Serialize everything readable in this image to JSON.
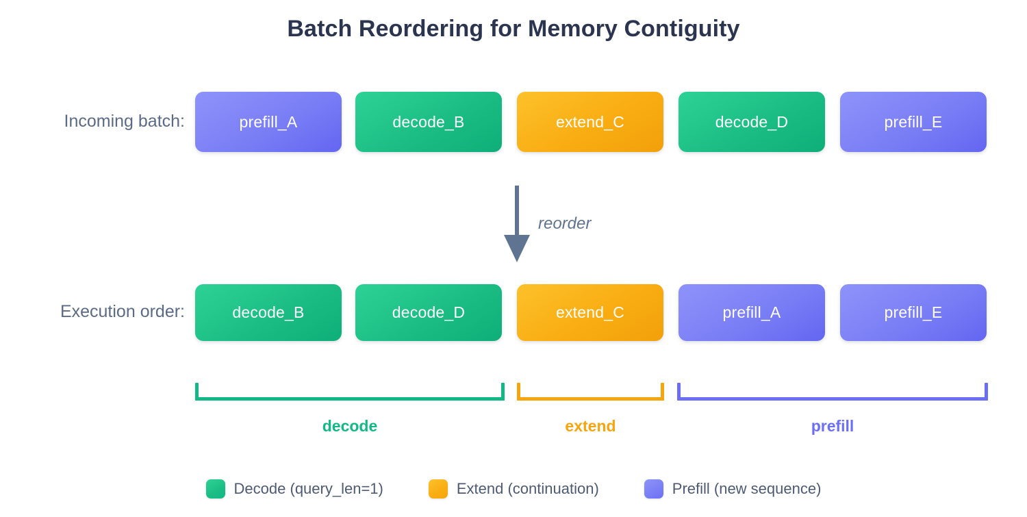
{
  "title": "Batch Reordering for Memory Contiguity",
  "colors": {
    "title": "#2c3550",
    "label": "#5c6b85",
    "arrow": "#5f7491",
    "decode": "#12b886",
    "extend": "#f5a50f",
    "prefill": "#6c6ff5",
    "background": "#ffffff"
  },
  "rows": {
    "incoming": {
      "label": "Incoming batch:",
      "items": [
        {
          "text": "prefill_A",
          "kind": "prefill"
        },
        {
          "text": "decode_B",
          "kind": "decode"
        },
        {
          "text": "extend_C",
          "kind": "extend"
        },
        {
          "text": "decode_D",
          "kind": "decode"
        },
        {
          "text": "prefill_E",
          "kind": "prefill"
        }
      ]
    },
    "execution": {
      "label": "Execution order:",
      "items": [
        {
          "text": "decode_B",
          "kind": "decode"
        },
        {
          "text": "decode_D",
          "kind": "decode"
        },
        {
          "text": "extend_C",
          "kind": "extend"
        },
        {
          "text": "prefill_A",
          "kind": "prefill"
        },
        {
          "text": "prefill_E",
          "kind": "prefill"
        }
      ]
    }
  },
  "arrow": {
    "caption": "reorder",
    "icon": "arrow-down-icon"
  },
  "groups": [
    {
      "label": "decode",
      "kind": "decode"
    },
    {
      "label": "extend",
      "kind": "extend"
    },
    {
      "label": "prefill",
      "kind": "prefill"
    }
  ],
  "legend": [
    {
      "label": "Decode (query_len=1)",
      "kind": "decode"
    },
    {
      "label": "Extend (continuation)",
      "kind": "extend"
    },
    {
      "label": "Prefill (new sequence)",
      "kind": "prefill"
    }
  ]
}
